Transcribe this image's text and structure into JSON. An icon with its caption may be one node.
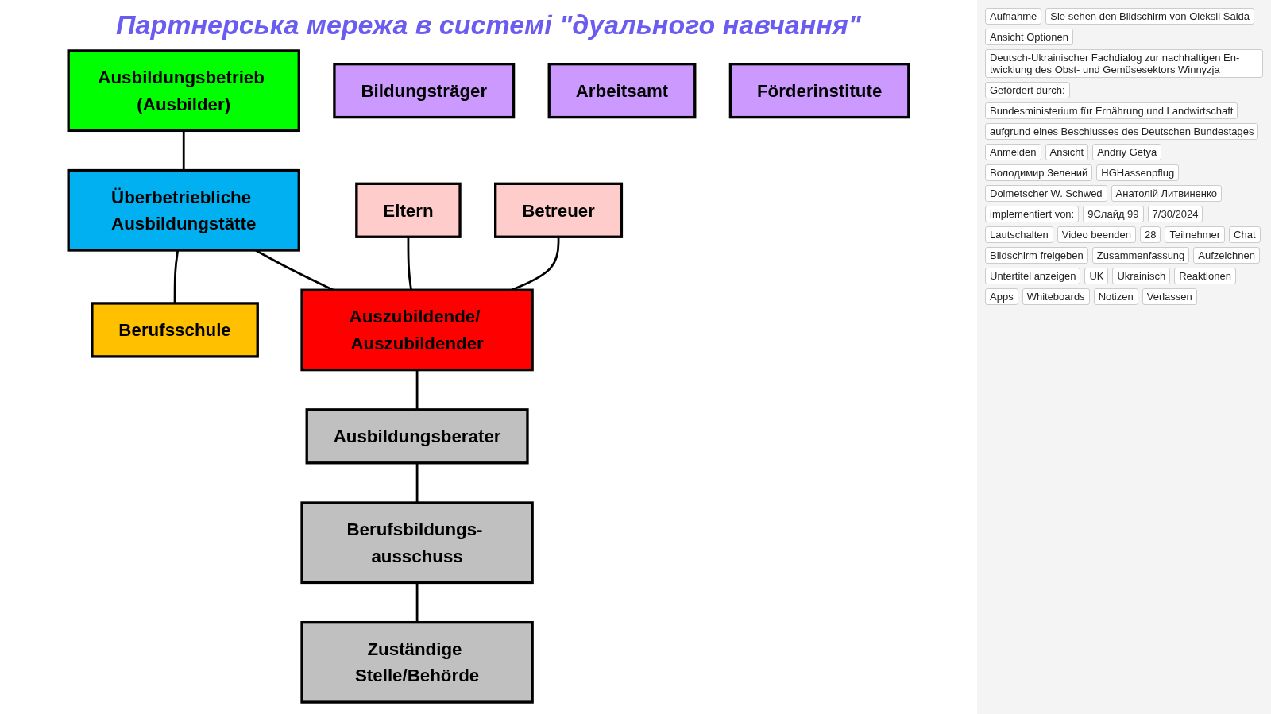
{
  "diagram": {
    "title": "Партнерська мережа в системі \"дуального навчання\"",
    "nodes": [
      {
        "text": [
          "Ausbildungsbetrieb (Ausbilder)"
        ]
      },
      {
        "text": [
          "Überbetriebliche Ausbildungstätte"
        ]
      },
      {
        "text": [
          "Berufsschule"
        ]
      },
      {
        "text": [
          "Auszubildende/ Auszubildender"
        ]
      },
      {
        "text": [
          "Bildungsträger"
        ]
      },
      {
        "text": [
          "Arbeitsamt"
        ]
      },
      {
        "text": [
          "Eltern"
        ]
      },
      {
        "text": [
          "Ausbildungsberater"
        ]
      },
      {
        "text": [
          "Förderinstitute"
        ]
      },
      {
        "text": [
          "Betreuer"
        ]
      },
      {
        "text": [
          "Berufsbildungs- ausschuss"
        ]
      },
      {
        "text": [
          "Zuständige Stelle/Behörde"
        ]
      }
    ],
    "edges": [
      {
        "from": 0,
        "to": 1,
        "arrow": "none"
      },
      {
        "from": 1,
        "to": 2,
        "arrow": "none"
      },
      {
        "from": 1,
        "to": 3,
        "arrow": "none"
      },
      {
        "from": 6,
        "to": 3,
        "arrow": "none"
      },
      {
        "from": 9,
        "to": 3,
        "arrow": "none"
      },
      {
        "from": 3,
        "to": 7,
        "arrow": "none"
      },
      {
        "from": 7,
        "to": 10,
        "arrow": "none"
      },
      {
        "from": 10,
        "to": 11,
        "arrow": "none"
      }
    ],
    "labels": [
      "Aufnahme",
      "Sie sehen den Bildschirm von Oleksii Saida",
      "Ansicht Optionen",
      "Deutsch-Ukrainischer Fachdialog zur nachhaltigen En- twicklung des Obst- und Gemüsesektors Winnyzja",
      "Gefördert durch:",
      "Bundesministerium für Ernährung und Landwirtschaft",
      "aufgrund eines Beschlusses des Deutschen Bundestages",
      "Anmelden",
      "Ansicht",
      "Andriy Getya",
      "Володимир Зелений",
      "HGHassenpflug",
      "Dolmetscher W. Schwed",
      "Анатолій Литвиненко",
      "implementiert von:",
      "9Слайд 99",
      "7/30/2024",
      "Lautschalten",
      "Video beenden",
      "28",
      "Teilnehmer",
      "Chat",
      "Bildschirm freigeben",
      "Zusammenfassung",
      "Aufzeichnen",
      "Untertitel anzeigen",
      "UK",
      "Ukrainisch",
      "Reaktionen",
      "Apps",
      "Whiteboards",
      "Notizen",
      "Verlassen"
    ]
  }
}
